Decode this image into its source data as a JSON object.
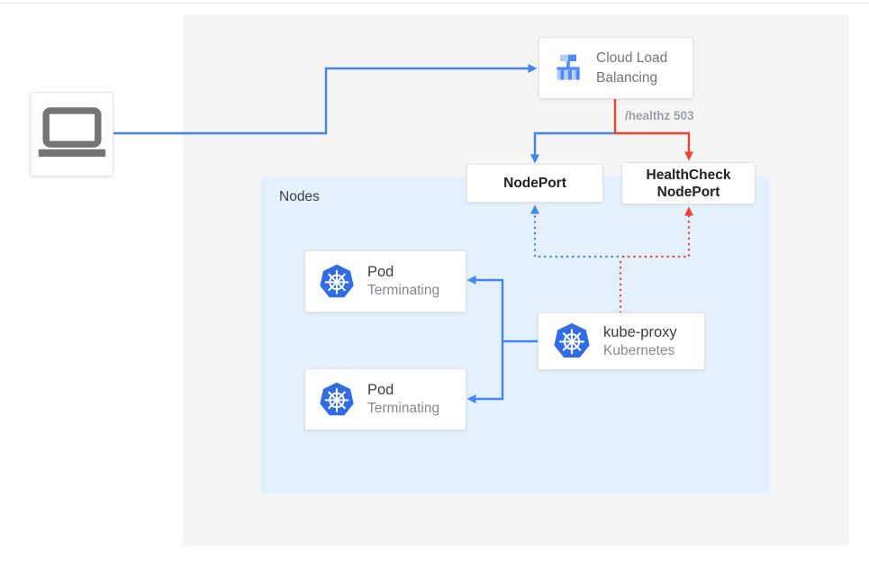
{
  "colors": {
    "flow_blue": "#4285F4",
    "flow_red": "#EA4335",
    "kubernetes_blue": "#326CE5",
    "panel_gray": "#F5F5F5",
    "panel_blue": "#E4F1FC",
    "icon_gray": "#757575",
    "lb_icon_light": "#AECBFA",
    "lb_icon_dark": "#5189F5"
  },
  "diagram": {
    "user": {
      "icon": "laptop"
    },
    "cloud_load_balancing": {
      "label": "Cloud Load Balancing"
    },
    "healthz_label": "/healthz 503",
    "nodeport": {
      "label": "NodePort"
    },
    "healthcheck_nodeport": {
      "label": "HealthCheck NodePort"
    },
    "nodes_panel": {
      "label": "Nodes"
    },
    "pods": [
      {
        "title": "Pod",
        "subtitle": "Terminating"
      },
      {
        "title": "Pod",
        "subtitle": "Terminating"
      }
    ],
    "kube_proxy": {
      "title": "kube-proxy",
      "subtitle": "Kubernetes"
    }
  }
}
